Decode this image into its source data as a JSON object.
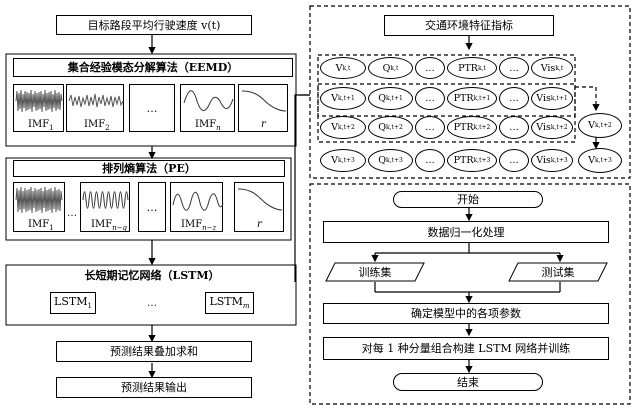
{
  "left": {
    "top_title": "目标路段平均行驶速度 v(t)",
    "eemd": {
      "title": "集合经验模态分解算法（EEMD）",
      "thumbs": [
        "IMF₁",
        "IMF₂",
        "…",
        "IMFn",
        "r"
      ],
      "thumb_labels": {
        "imf1_base": "IMF",
        "imf1_sub": "1",
        "imf2_base": "IMF",
        "imf2_sub": "2",
        "imfn_base": "IMF",
        "imfn_sub": "n",
        "r": "r",
        "dots": "…"
      }
    },
    "pe": {
      "title": "排列熵算法（PE）",
      "labels": {
        "imf1_base": "IMF",
        "imf1_sub": "1",
        "imfq_base": "IMF",
        "imfq_sub": "n−q",
        "imfz_base": "IMF",
        "imfz_sub": "n−z",
        "r": "r",
        "dots1": "…",
        "dots2": "…"
      }
    },
    "lstm": {
      "title": "长短期记忆网络（LSTM）",
      "lstm1_base": "LSTM",
      "lstm1_sub": "1",
      "lstmm_base": "LSTM",
      "lstmm_sub": "m",
      "dots": "…"
    },
    "sum": "预测结果叠加求和",
    "output": "预测结果输出"
  },
  "right_top": {
    "title": "交通环境特征指标",
    "rows": [
      [
        "V",
        "k,t",
        "Q",
        "k,t",
        "…",
        "PTR",
        "k,t",
        "…",
        "Vis",
        "k,t"
      ],
      [
        "V",
        "k,t+1",
        "Q",
        "k,t+1",
        "…",
        "PTR",
        "k,t+1",
        "…",
        "Vis",
        "k,t+1"
      ],
      [
        "V",
        "k,t+2",
        "Q",
        "k,t+2",
        "…",
        "PTR",
        "k,t+2",
        "…",
        "Vis",
        "k,t+2"
      ],
      [
        "V",
        "k,t+3",
        "Q",
        "k,t+3",
        "…",
        "PTR",
        "k,t+3",
        "…",
        "Vis",
        "k,t+3"
      ]
    ],
    "side": [
      [
        "V",
        "k,t+2"
      ],
      [
        "V",
        "k,t+3"
      ]
    ]
  },
  "right_bottom": {
    "start": "开始",
    "normalize": "数据归一化处理",
    "train": "训练集",
    "test": "测试集",
    "params": "确定模型中的各项参数",
    "build": "对每 1 种分量组合构建 LSTM 网络并训练",
    "end": "结束"
  }
}
